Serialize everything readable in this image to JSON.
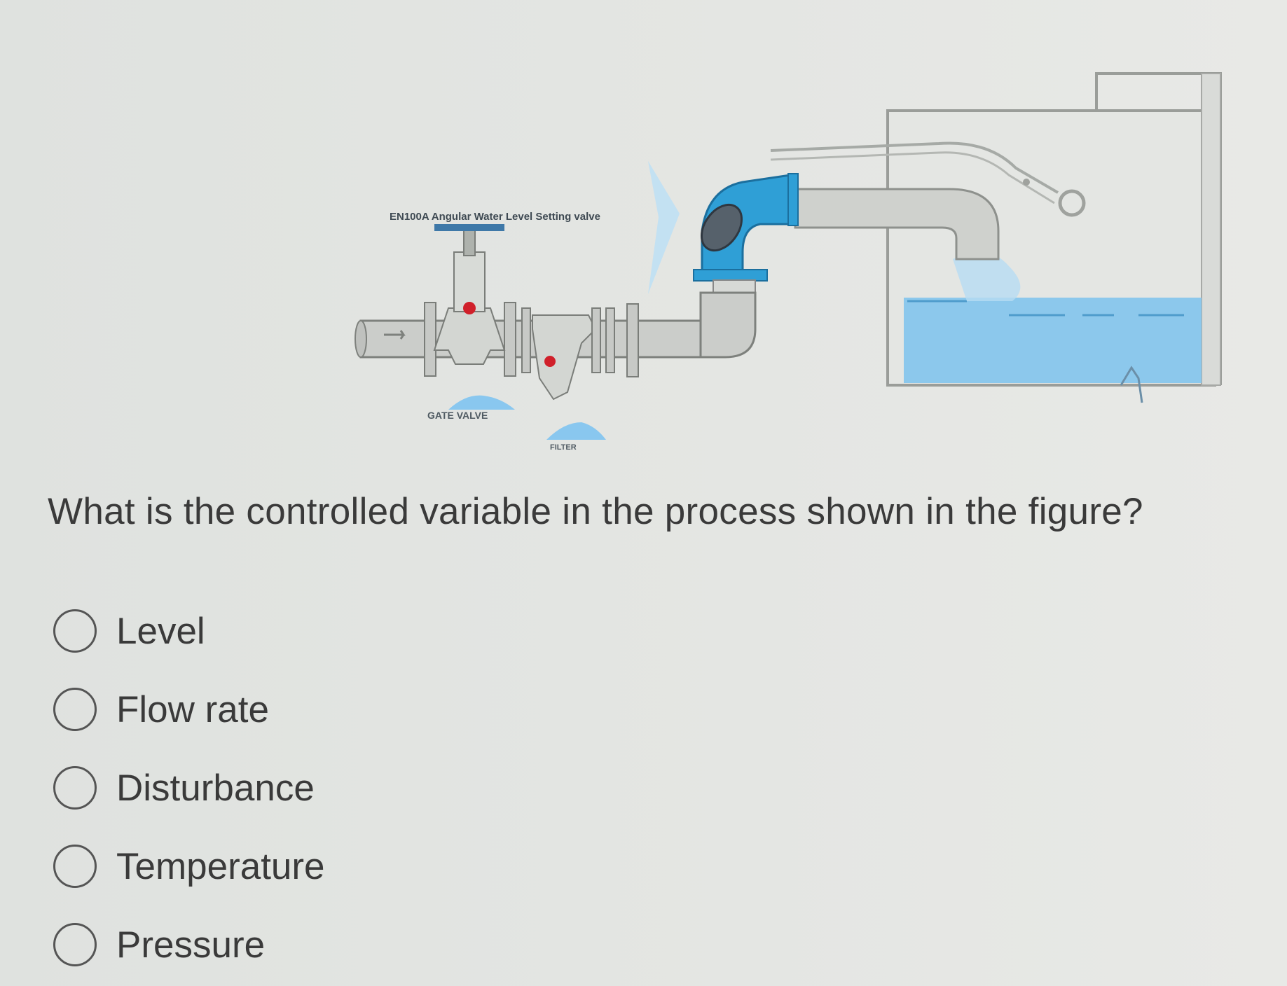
{
  "figure": {
    "labels": {
      "valve_title": "EN100A Angular Water Level Setting valve",
      "gate_valve": "GATE VALVE",
      "filter": "FILTER"
    },
    "colors": {
      "pipe": "#c9ccc7",
      "valve_blue": "#2f9fd6",
      "water": "#8cc8ec",
      "red_dot": "#d0202a"
    }
  },
  "question": {
    "text": "What is the controlled variable in the process shown in the figure?"
  },
  "options": [
    {
      "label": "Level"
    },
    {
      "label": "Flow rate"
    },
    {
      "label": "Disturbance"
    },
    {
      "label": "Temperature"
    },
    {
      "label": "Pressure"
    }
  ]
}
